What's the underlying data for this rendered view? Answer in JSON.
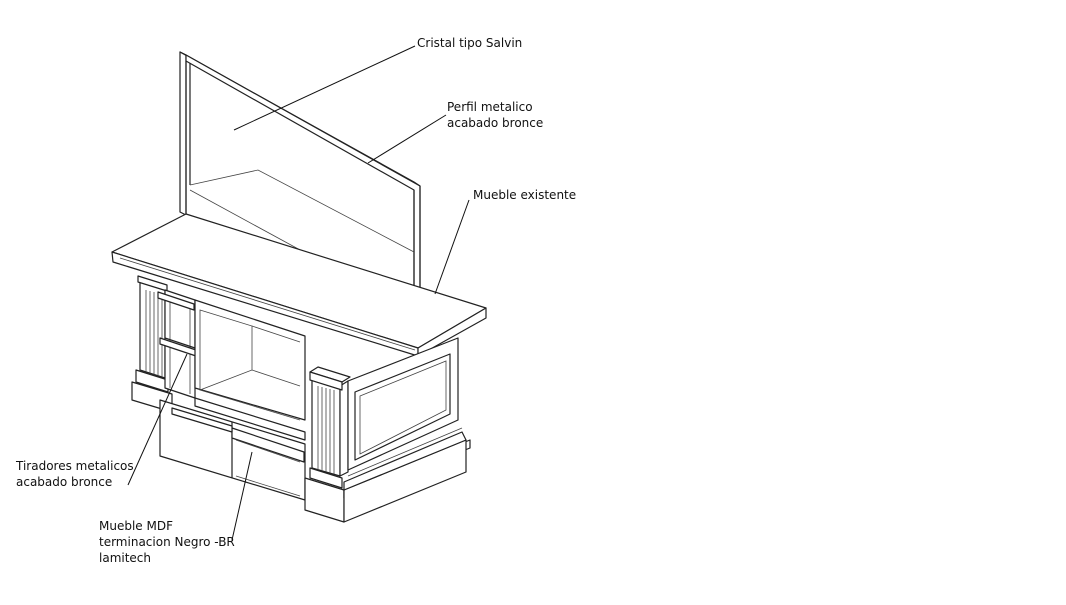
{
  "diagram": {
    "labels": {
      "cristal": [
        "Cristal tipo Salvin"
      ],
      "perfil": [
        "Perfil metalico",
        "acabado bronce"
      ],
      "mueble_existente": [
        "Mueble existente"
      ],
      "tiradores": [
        "Tiradores metalicos",
        "acabado bronce"
      ],
      "mueble_mdf": [
        "Mueble MDF",
        "terminacion Negro -BR",
        "lamitech"
      ]
    }
  },
  "colors": {
    "line": "#222222",
    "background": "#ffffff"
  }
}
